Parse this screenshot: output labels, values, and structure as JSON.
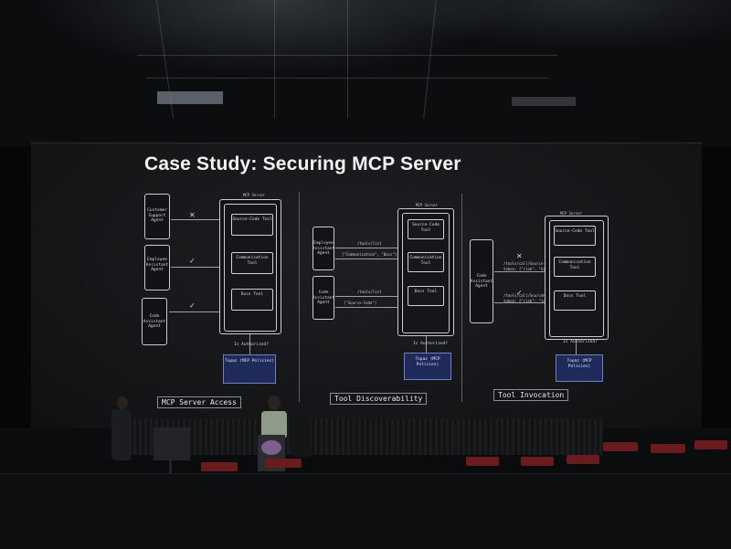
{
  "slide": {
    "title": "Case Study: Securing MCP Server",
    "panel1": {
      "label": "MCP Server Access",
      "server_label": "MCP Server",
      "agents": [
        {
          "name": "Customer Support Agent",
          "mark": "✕"
        },
        {
          "name": "Employee Assistant Agent",
          "mark": "✓"
        },
        {
          "name": "Code Assistant Agent",
          "mark": "✓"
        }
      ],
      "tools": [
        "Source-Code Tool",
        "Communication Tool",
        "Docs Tool"
      ],
      "auth_text": "Is Authorized?",
      "topaz": "Topaz (MCP Policies)"
    },
    "panel2": {
      "label": "Tool Discoverability",
      "server_label": "MCP Server",
      "agents": [
        "Employee Assistant Agent",
        "Code Assistant Agent"
      ],
      "calls": [
        "/tools/list",
        "[\"Communication\", \"Docs\"]",
        "/tools/list",
        "[\"Source-Code\"]"
      ],
      "tools": [
        "Source-Code Tool",
        "Communication Tool",
        "Docs Tool"
      ],
      "auth_text": "Is Authorized?",
      "topaz": "Topaz (MCP Policies)"
    },
    "panel3": {
      "label": "Tool Invocation",
      "server_label": "MCP Server",
      "agent": "Code Assistant Agent",
      "calls": [
        "/tools/call/Source-Code",
        "token: {\"risk\": \"high-risk\"}",
        "/tools/call/SourceHub",
        "token: {\"risk\": \"low-risk\"}"
      ],
      "marks": [
        "✕",
        "✓"
      ],
      "tools": [
        "Source-Code Tool",
        "Communication Tool",
        "Docs Tool"
      ],
      "auth_text": "Is Authorized?",
      "topaz": "Topaz (MCP Policies)"
    }
  },
  "colors": {
    "screen_bg": "#141517",
    "topaz_fill": "#1e2a5a",
    "seat_red": "#6a1c1c"
  }
}
